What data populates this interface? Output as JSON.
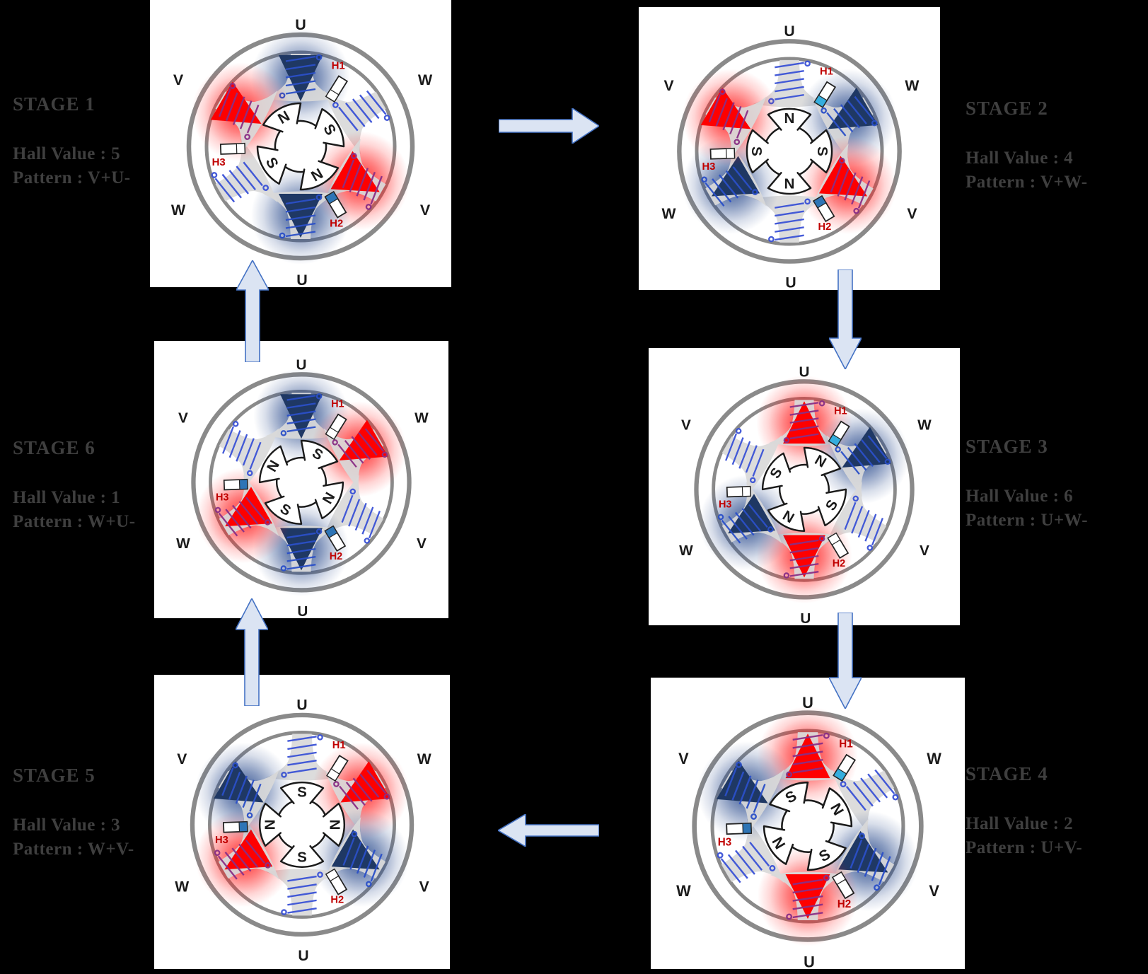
{
  "colors": {
    "background": "#000000",
    "panel": "#ffffff",
    "stage_text": "#3f3f3f",
    "ring": "#8a8a8a",
    "tooth_inactive": "#d9d9d9",
    "pos_red": "#fe0000",
    "neg_navy": "#1f3864",
    "glow_pos": "#ff1a1a",
    "glow_neg": "#28498c",
    "coil_inactive": "#3a52d6",
    "coil_pos": "#8a2f86",
    "coil_neg": "#2b50c8",
    "rotor_stroke": "#1a1a1a",
    "phase_label": "#1a1a1a",
    "hall_label": "#c00000",
    "hall_active_h1": "#35aede",
    "hall_active": "#2e75b6",
    "arrow_fill": "#dbe4f3",
    "arrow_stroke": "#4472c4"
  },
  "phase_labels": [
    "U",
    "W",
    "V",
    "U",
    "W",
    "V"
  ],
  "rotor_pole_labels": [
    "N",
    "S",
    "N",
    "S"
  ],
  "hall_sensors": [
    {
      "label": "H1"
    },
    {
      "label": "H2"
    },
    {
      "label": "H3"
    }
  ],
  "stages": [
    {
      "name": "STAGE 1",
      "hall_line": "Hall Value : 5",
      "pattern_line": "Pattern : V+U-",
      "hall_value": "5",
      "pattern": "V+U-",
      "rotor_angle": 150,
      "halls": [
        false,
        true,
        false
      ],
      "teeth": [
        {
          "phase": "U",
          "state": "neg",
          "apex": "in"
        },
        {
          "phase": "W",
          "state": "off",
          "apex": "in"
        },
        {
          "phase": "V",
          "state": "pos",
          "apex": "out"
        },
        {
          "phase": "U",
          "state": "neg",
          "apex": "out"
        },
        {
          "phase": "W",
          "state": "off",
          "apex": "in"
        },
        {
          "phase": "V",
          "state": "pos",
          "apex": "in"
        }
      ]
    },
    {
      "name": "STAGE 2",
      "hall_line": "Hall Value : 4",
      "pattern_line": "Pattern : V+W-",
      "hall_value": "4",
      "pattern": "V+W-",
      "rotor_angle": 0,
      "halls": [
        true,
        true,
        false
      ],
      "teeth": [
        {
          "phase": "U",
          "state": "off",
          "apex": "in"
        },
        {
          "phase": "W",
          "state": "neg",
          "apex": "in"
        },
        {
          "phase": "V",
          "state": "pos",
          "apex": "out"
        },
        {
          "phase": "U",
          "state": "off",
          "apex": "in"
        },
        {
          "phase": "W",
          "state": "neg",
          "apex": "out"
        },
        {
          "phase": "V",
          "state": "pos",
          "apex": "in"
        }
      ]
    },
    {
      "name": "STAGE 3",
      "hall_line": "Hall Value : 6",
      "pattern_line": "Pattern : U+W-",
      "hall_value": "6",
      "pattern": "U+W-",
      "rotor_angle": 30,
      "halls": [
        true,
        false,
        false
      ],
      "teeth": [
        {
          "phase": "U",
          "state": "pos",
          "apex": "out"
        },
        {
          "phase": "W",
          "state": "neg",
          "apex": "in"
        },
        {
          "phase": "V",
          "state": "off",
          "apex": "in"
        },
        {
          "phase": "U",
          "state": "pos",
          "apex": "out"
        },
        {
          "phase": "W",
          "state": "neg",
          "apex": "out"
        },
        {
          "phase": "V",
          "state": "off",
          "apex": "in"
        }
      ]
    },
    {
      "name": "STAGE 4",
      "hall_line": "Hall Value : 2",
      "pattern_line": "Pattern : U+V-",
      "hall_value": "2",
      "pattern": "U+V-",
      "rotor_angle": 60,
      "halls": [
        true,
        false,
        true
      ],
      "teeth": [
        {
          "phase": "U",
          "state": "pos",
          "apex": "out"
        },
        {
          "phase": "W",
          "state": "off",
          "apex": "in"
        },
        {
          "phase": "V",
          "state": "neg",
          "apex": "out"
        },
        {
          "phase": "U",
          "state": "pos",
          "apex": "out"
        },
        {
          "phase": "W",
          "state": "off",
          "apex": "in"
        },
        {
          "phase": "V",
          "state": "neg",
          "apex": "in"
        }
      ]
    },
    {
      "name": "STAGE 5",
      "hall_line": "Hall Value : 3",
      "pattern_line": "Pattern : W+V-",
      "hall_value": "3",
      "pattern": "W+V-",
      "rotor_angle": 90,
      "halls": [
        false,
        false,
        true
      ],
      "teeth": [
        {
          "phase": "U",
          "state": "off",
          "apex": "in"
        },
        {
          "phase": "W",
          "state": "pos",
          "apex": "in"
        },
        {
          "phase": "V",
          "state": "neg",
          "apex": "out"
        },
        {
          "phase": "U",
          "state": "off",
          "apex": "in"
        },
        {
          "phase": "W",
          "state": "pos",
          "apex": "out"
        },
        {
          "phase": "V",
          "state": "neg",
          "apex": "in"
        }
      ]
    },
    {
      "name": "STAGE 6",
      "hall_line": "Hall Value : 1",
      "pattern_line": "Pattern : W+U-",
      "hall_value": "1",
      "pattern": "W+U-",
      "rotor_angle": 120,
      "halls": [
        false,
        true,
        true
      ],
      "teeth": [
        {
          "phase": "U",
          "state": "neg",
          "apex": "in"
        },
        {
          "phase": "W",
          "state": "pos",
          "apex": "in"
        },
        {
          "phase": "V",
          "state": "off",
          "apex": "in"
        },
        {
          "phase": "U",
          "state": "neg",
          "apex": "out"
        },
        {
          "phase": "W",
          "state": "pos",
          "apex": "out"
        },
        {
          "phase": "V",
          "state": "off",
          "apex": "in"
        }
      ]
    }
  ],
  "arrows": [
    {
      "name": "stage1-to-stage2",
      "direction": "right"
    },
    {
      "name": "stage2-to-stage3",
      "direction": "down"
    },
    {
      "name": "stage3-to-stage4",
      "direction": "down"
    },
    {
      "name": "stage4-to-stage5",
      "direction": "left"
    },
    {
      "name": "stage5-to-stage6",
      "direction": "up"
    },
    {
      "name": "stage6-to-stage1",
      "direction": "up"
    }
  ]
}
